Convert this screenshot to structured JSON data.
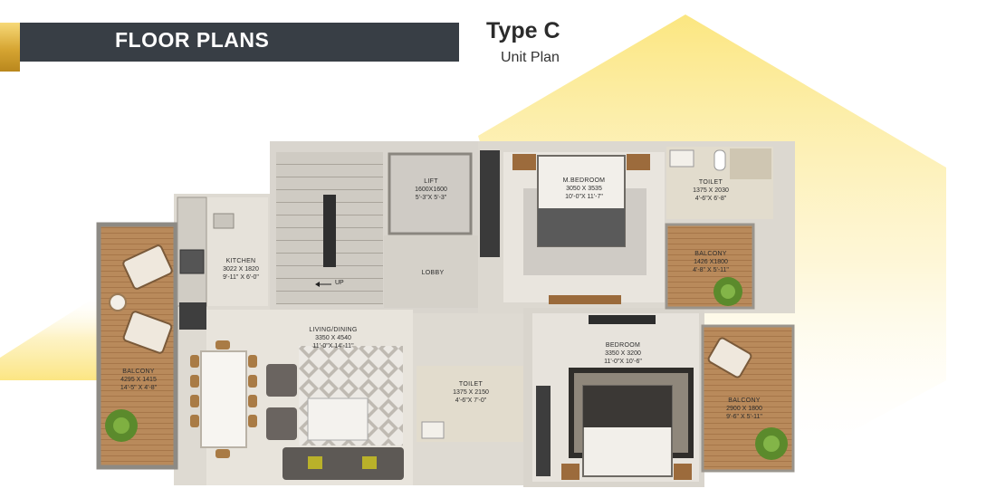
{
  "header": {
    "title": "FLOOR PLANS"
  },
  "unit": {
    "type": "Type C",
    "subtitle": "Unit Plan"
  },
  "rooms": {
    "lift": {
      "name": "LIFT",
      "dim_mm": "1600X1600",
      "dim_ft": "5'-3\"X 5'-3\""
    },
    "master_bedroom": {
      "name": "M.BEDROOM",
      "dim_mm": "3050 X 3535",
      "dim_ft": "10'-0\"X 11'-7\""
    },
    "toilet_top": {
      "name": "TOILET",
      "dim_mm": "1375 X 2030",
      "dim_ft": "4'-6\"X 6'-8\""
    },
    "kitchen": {
      "name": "KITCHEN",
      "dim_mm": "3022 X 1820",
      "dim_ft": "9'-11\" X 6'-0\""
    },
    "lobby": {
      "name": "LOBBY"
    },
    "balcony_right_top": {
      "name": "BALCONY",
      "dim_mm": "1426 X1800",
      "dim_ft": "4'-8\" X 5'-11\""
    },
    "living_dining": {
      "name": "LIVING/DINING",
      "dim_mm": "3350 X 4540",
      "dim_ft": "11'-0\"X 14'-11\""
    },
    "bedroom": {
      "name": "BEDROOM",
      "dim_mm": "3350 X 3200",
      "dim_ft": "11'-0\"X 10'-6\""
    },
    "balcony_left": {
      "name": "BALCONY",
      "dim_mm": "4295 X 1415",
      "dim_ft": "14'-5\" X 4'-8\""
    },
    "toilet_bottom": {
      "name": "TOILET",
      "dim_mm": "1375 X 2150",
      "dim_ft": "4'-6\"X 7'-0\""
    },
    "balcony_right_bottom": {
      "name": "BALCONY",
      "dim_mm": "2900 X 1800",
      "dim_ft": "9'-6\" X 5'-11\""
    }
  },
  "stairs": {
    "direction": "UP"
  },
  "colors": {
    "header_bar": "#383e45",
    "gold": "#d6a532",
    "yellow_glow": "#fde98a",
    "wall": "#dcd8d1",
    "floor_wood": "#b48455",
    "floor_stone": "#cdc5b6"
  }
}
